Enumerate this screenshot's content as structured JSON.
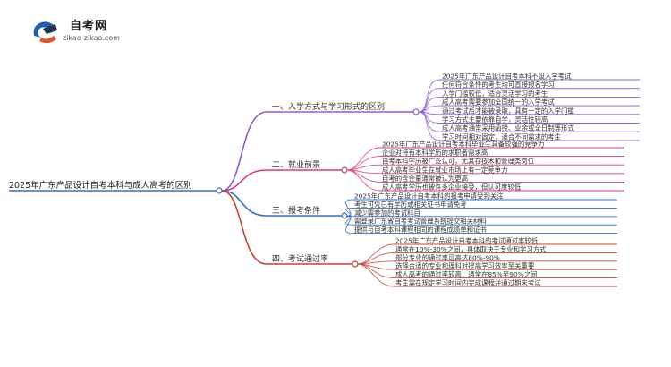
{
  "brand": {
    "name": "自考网",
    "domain": "zikao-zikao.com"
  },
  "root": "2025年广东产品设计自考本科与成人高考的区别",
  "branches": [
    {
      "label": "一、入学方式与学习形式的区别",
      "color": "#8e5bd6",
      "items": [
        "2025年广东产品设计自考本科不设入学考试",
        "任何符合条件的考生均可直接报名学习",
        "入学门槛较低，适合灵活学习的考生",
        "成人高考需要参加全国统一的入学考试",
        "通过考试后才能被录取，具有一定的入学门槛",
        "学习方式主要依靠自学，灵活性较高",
        "成人高考通常采用函授、业余或全日制等形式",
        "学习时间相对固定，适合不同需求的考生"
      ]
    },
    {
      "label": "二、就业前景",
      "color": "#d83a7c",
      "items": [
        "2025年广东产品设计自考本科毕业生具备较强的竞争力",
        "企业对持有本科学历的求职者需求高",
        "自考本科学历被广泛认可，尤其在技术和管理类岗位",
        "成人高考毕业生在就业市场上有一定竞争力",
        "自考的含金量通常被认为更高",
        "成人高考学历也被许多企业接受，但认可度较低"
      ]
    },
    {
      "label": "三、报考条件",
      "color": "#2e6fd0",
      "items": [
        "2025年广东产品设计自考本科的报考申请受到关注",
        "考生可凭已有学历或相关证书申请免考",
        "减少需参加的考试科目",
        "需登录广东省自考考试管理系统提交相关材料",
        "提供与自考本科课程相同的课程成绩单和证书"
      ]
    },
    {
      "label": "四、考试通过率",
      "color": "#c9422f",
      "items": [
        "2025年广东产品设计自考本科的考试通过率较低",
        "通常在10%-30%之间，具体取决于专业和学习方式",
        "部分专业的通过率可高达80%-90%",
        "选择合适的专业和理科对提高学习效率至关重要",
        "成人高考的通过率较高，通常在85%至90%之间",
        "考生需在规定学习时间内完成课程并通过期末考试"
      ]
    }
  ]
}
